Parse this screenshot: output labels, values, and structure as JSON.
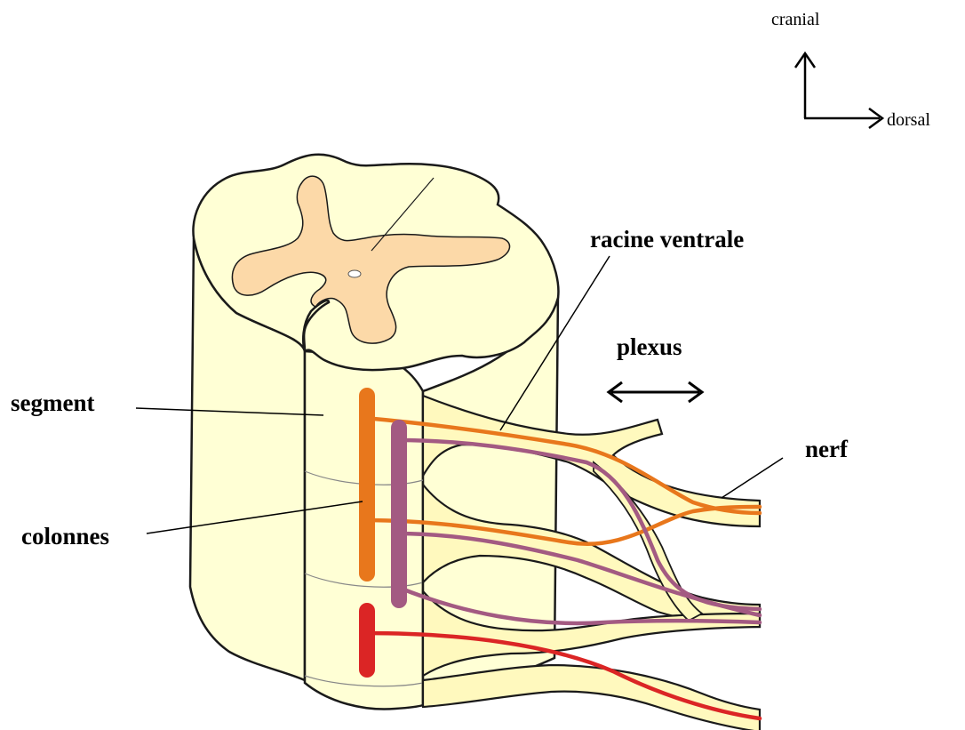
{
  "labels": {
    "cranial": "cranial",
    "dorsal": "dorsal",
    "racine_ventrale": "racine ventrale",
    "plexus": "plexus",
    "segment": "segment",
    "nerf": "nerf",
    "colonnes": "colonnes"
  },
  "colors": {
    "white_matter": "#FFFFD5",
    "grey_matter": "#FCD9A8",
    "nerve_fill": "#FFF9BE",
    "orange_column": "#E8771C",
    "purple_column": "#A35A82",
    "red_column": "#DB2525",
    "outline": "#1a1a1a"
  }
}
